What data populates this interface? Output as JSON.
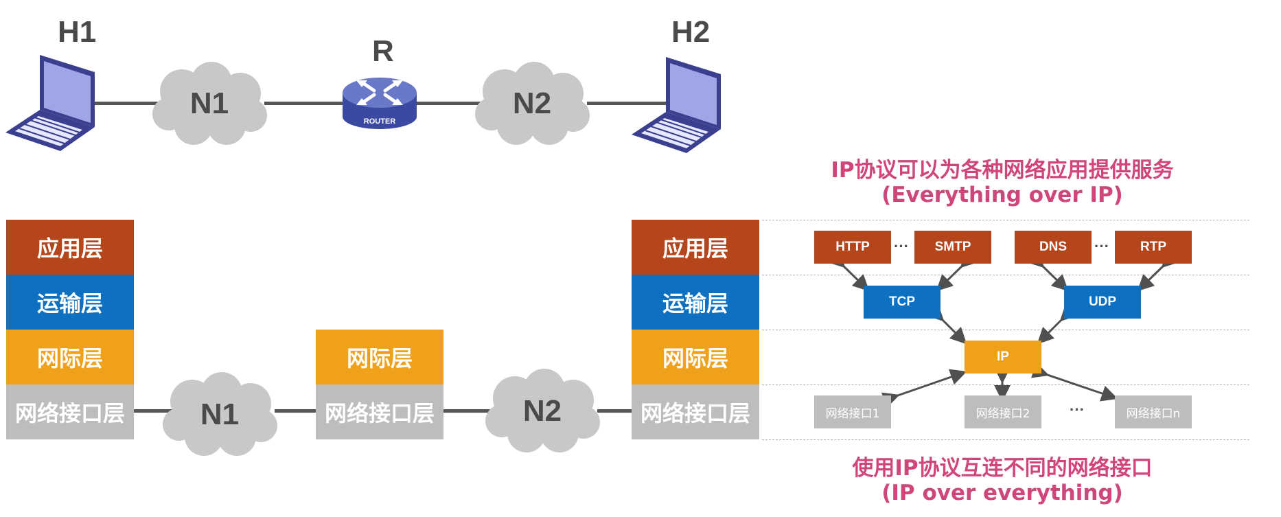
{
  "topology": {
    "host1_label": "H1",
    "host2_label": "H2",
    "router_label": "R",
    "router_badge": "ROUTER",
    "network1_label": "N1",
    "network2_label": "N2"
  },
  "stack": {
    "app": "应用层",
    "transport": "运输层",
    "internet": "网际层",
    "link": "网络接口层"
  },
  "bottom_networks": {
    "n1": "N1",
    "n2": "N2"
  },
  "protocols": {
    "top_caption_line1": "IP协议可以为各种网络应用提供服务",
    "top_caption_line2": "(Everything over IP)",
    "app": [
      "HTTP",
      "SMTP",
      "DNS",
      "RTP"
    ],
    "transport": [
      "TCP",
      "UDP"
    ],
    "internet": "IP",
    "interfaces": [
      "网络接口1",
      "网络接口2",
      "网络接口n"
    ],
    "ellipsis": "···",
    "bottom_caption_line1": "使用IP协议互连不同的网络接口",
    "bottom_caption_line2": "(IP over everything)"
  },
  "colors": {
    "app": "#b5461c",
    "transport": "#0e70c0",
    "internet": "#f0a11c",
    "link": "#bdbdbd",
    "caption": "#d0457a"
  },
  "icons": [
    "laptop-icon",
    "router-icon",
    "cloud-icon",
    "arrow-icon"
  ]
}
